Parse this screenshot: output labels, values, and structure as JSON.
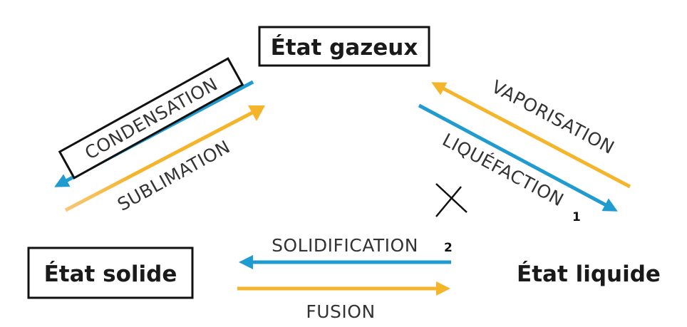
{
  "states": {
    "gazeux": "État gazeux",
    "solide": "État solide",
    "liquide": "État liquide"
  },
  "processes": {
    "condensation": "CONDENSATION",
    "sublimation": "SUBLIMATION",
    "vaporisation": "VAPORISATION",
    "liquefaction": "LIQUÉFACTION",
    "solidification": "SOLIDIFICATION",
    "fusion": "FUSION"
  },
  "footnotes": {
    "liquefaction_mark": "1",
    "solidification_mark": "2"
  },
  "colors": {
    "blue": "#1f9bd0",
    "orange": "#f4b52a",
    "text": "#1a1a1a"
  }
}
